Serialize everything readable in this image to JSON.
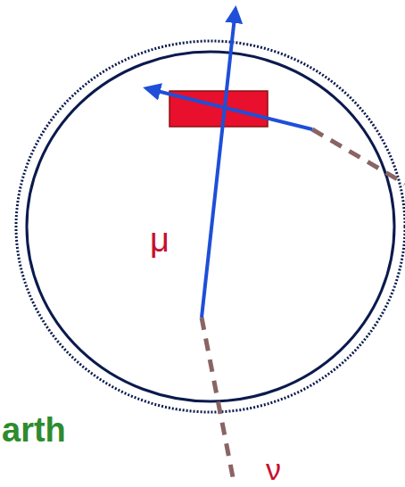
{
  "diagram": {
    "labels": [
      "μ",
      "arth",
      "ν"
    ]
  }
}
